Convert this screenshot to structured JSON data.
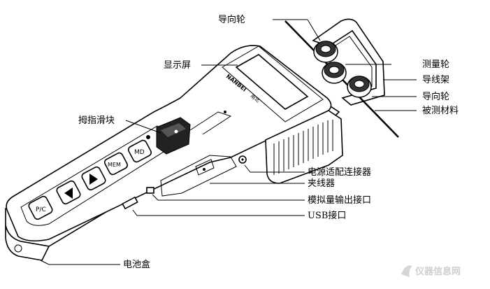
{
  "labels": {
    "guide_wheel_top": "导向轮",
    "display": "显示屏",
    "measure_wheel": "测量轮",
    "wire_frame": "导线架",
    "guide_wheel_right": "导向轮",
    "material": "被测材料",
    "thumb_slider": "拇指滑块",
    "power_adapter": "电源适配连接器",
    "clamp": "夹线器",
    "analog_output": "模拟量输出接口",
    "usb": "USB接口",
    "battery": "电池盒"
  },
  "device": {
    "brand": "NANBEI",
    "brand_cn": "南北",
    "buttons": [
      "P/C",
      "◀",
      "▶",
      "MEM",
      "MD"
    ]
  },
  "watermark": "仪器信息网"
}
